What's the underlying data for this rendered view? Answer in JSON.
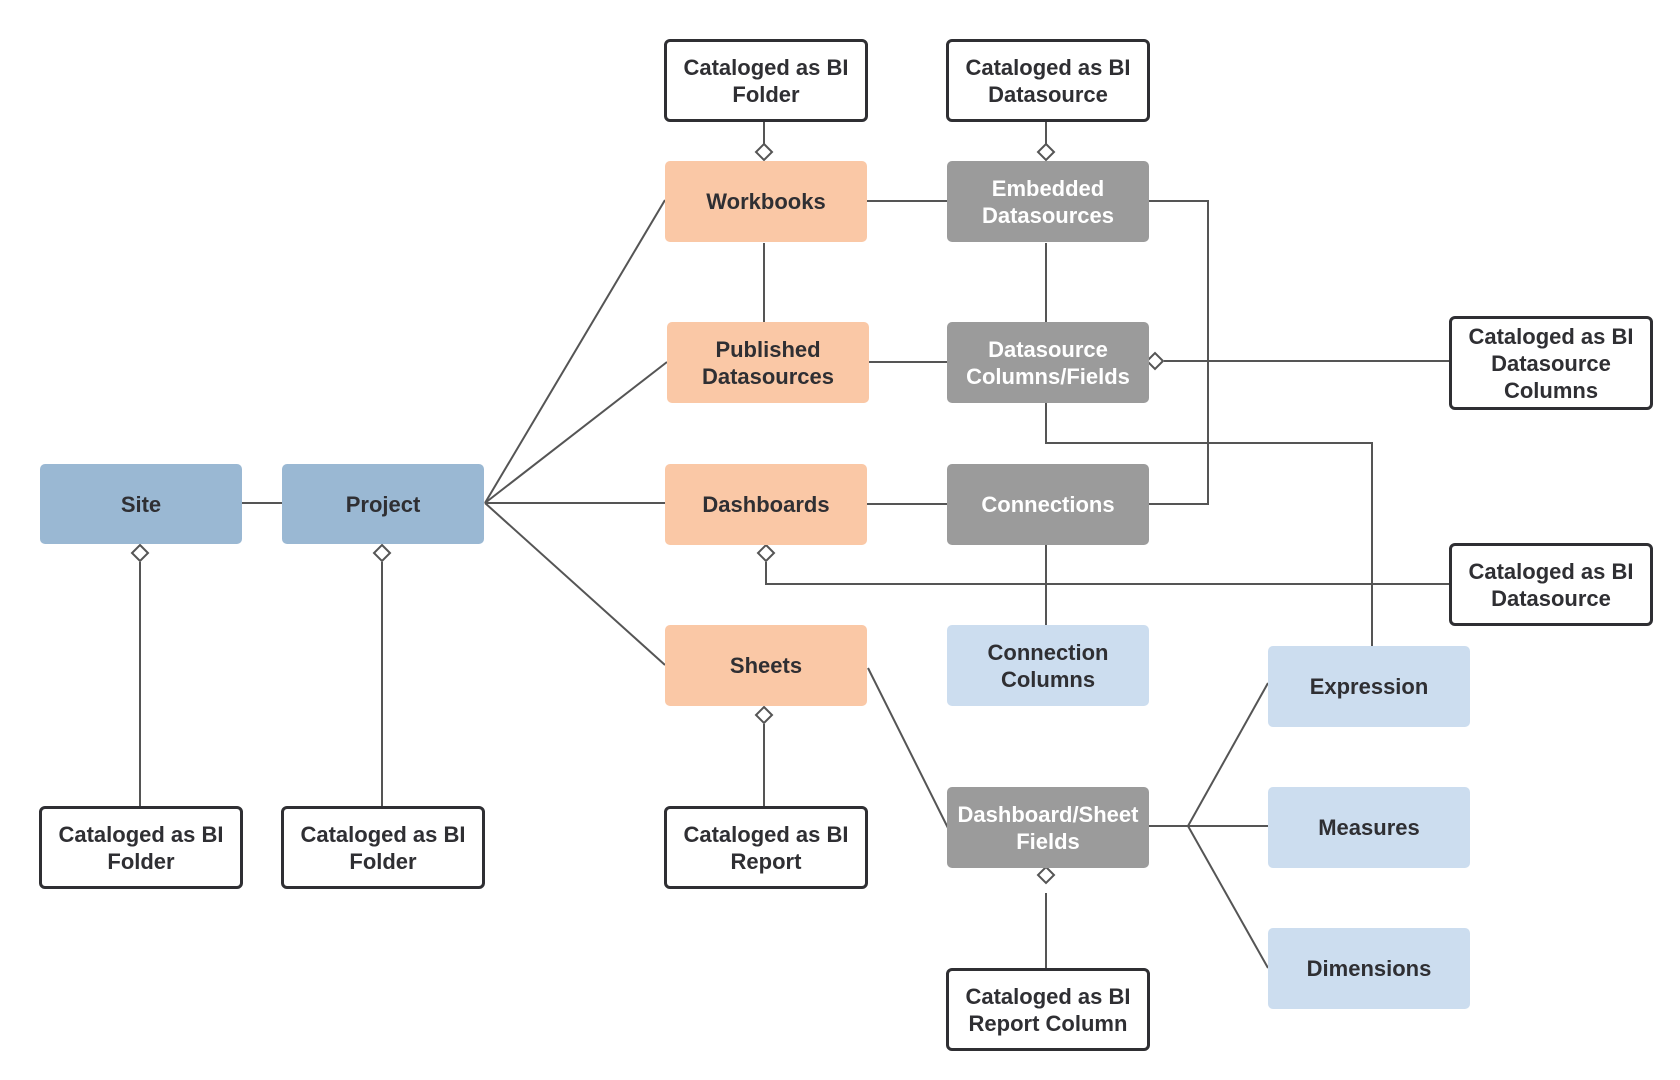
{
  "colors": {
    "site_project": "#9ab8d3",
    "tableau_objects": "#fac8a6",
    "datasource_objects": "#9b9b9b",
    "field_objects": "#ccddef",
    "connector": "#555555"
  },
  "nodes": {
    "site": "Site",
    "project": "Project",
    "workbooks": "Workbooks",
    "published_datasources": "Published Datasources",
    "dashboards": "Dashboards",
    "sheets": "Sheets",
    "embedded_datasources": "Embedded Datasources",
    "datasource_columns_fields": "Datasource Columns/Fields",
    "connections": "Connections",
    "connection_columns": "Connection Columns",
    "dashboard_sheet_fields": "Dashboard/Sheet Fields",
    "expression": "Expression",
    "measures": "Measures",
    "dimensions": "Dimensions"
  },
  "catalog_boxes": {
    "site_folder": "Cataloged as BI Folder",
    "project_folder": "Cataloged as BI Folder",
    "workbooks_folder": "Cataloged as BI Folder",
    "embedded_datasource": "Cataloged as BI Datasource",
    "datasource_columns": "Cataloged as BI Datasource Columns",
    "dashboards_datasource": "Cataloged as BI Datasource",
    "sheets_report": "Cataloged as BI Report",
    "fields_report_column": "Cataloged as BI Report Column"
  }
}
